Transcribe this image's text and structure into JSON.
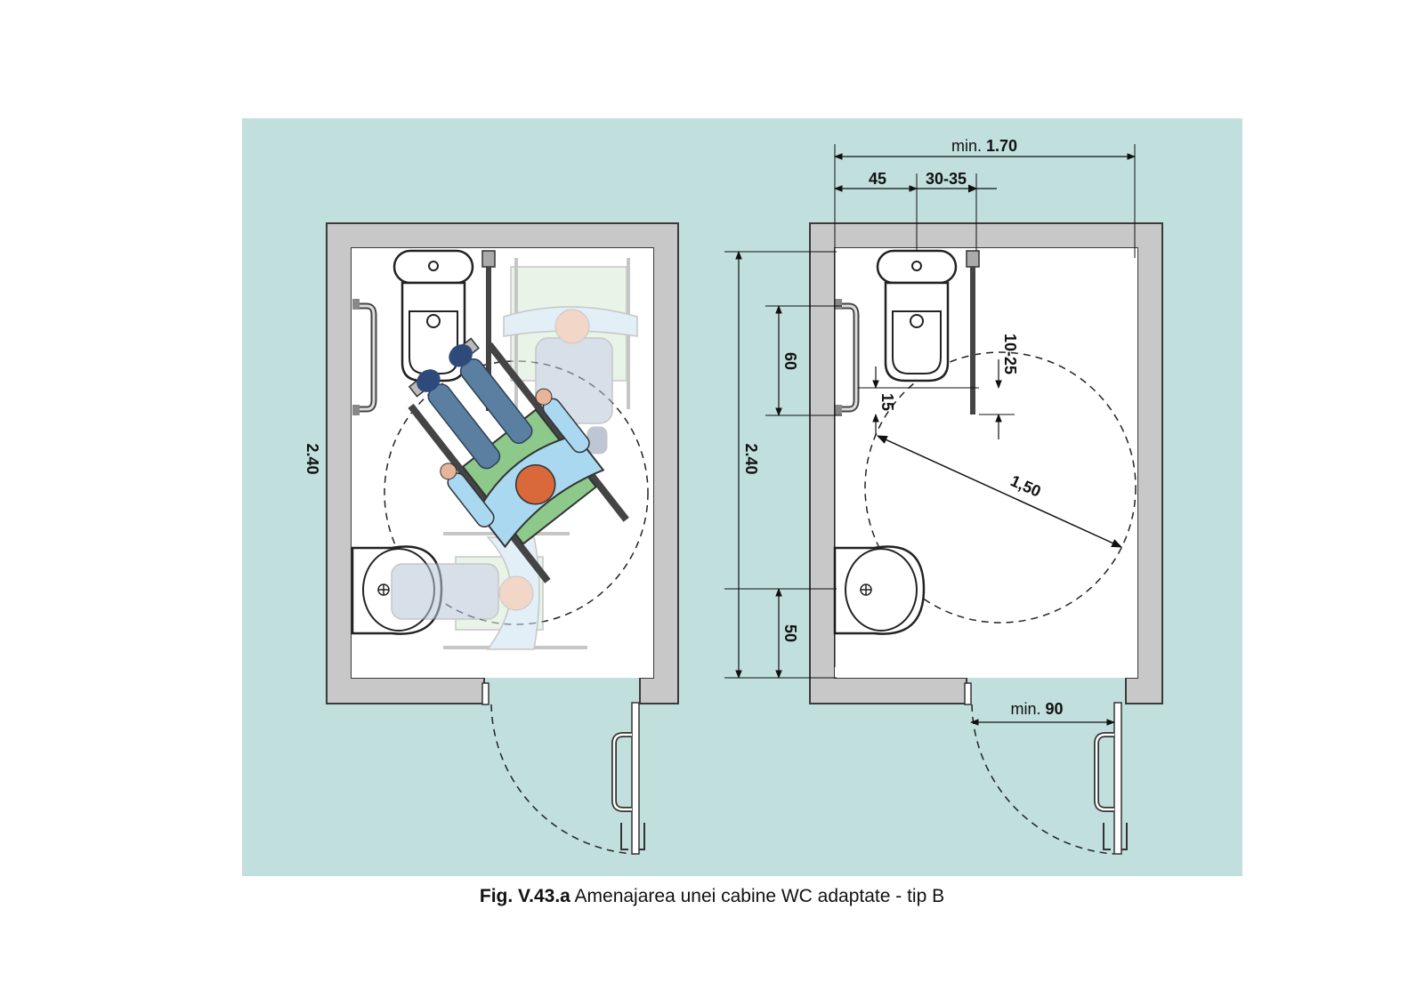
{
  "colors": {
    "background": "#c1e0dd",
    "wall": "#c8c8c8",
    "wall_stroke": "#3a3a3a",
    "floor": "#ffffff",
    "skin": "#e8b59a",
    "shirt": "#a9d8f0",
    "trousers": "#5a7fa0",
    "hair": "#d9683a",
    "wheelchair": "#8cc98a"
  },
  "left_plan": {
    "height_label": "2.40",
    "icons": [
      "toilet-icon",
      "sink-icon",
      "grab-bar-icon",
      "wheelchair-user-icon",
      "door-icon"
    ]
  },
  "right_plan": {
    "width_label_prefix": "min. ",
    "width_label_value": "1.70",
    "toilet_axis_label": "45",
    "toilet_bar_label": "30-35",
    "height_label": "2.40",
    "grab_bar_label": "60",
    "grab_bar_offset_label": "15",
    "bar_gap_label": "10-25",
    "sink_label": "50",
    "turning_circle_label": "1,50",
    "door_label_prefix": "min. ",
    "door_label_value": "90"
  },
  "caption": {
    "figure_id": "Fig. V.43.a",
    "text": " Amenajarea unei cabine WC adaptate - tip B"
  }
}
